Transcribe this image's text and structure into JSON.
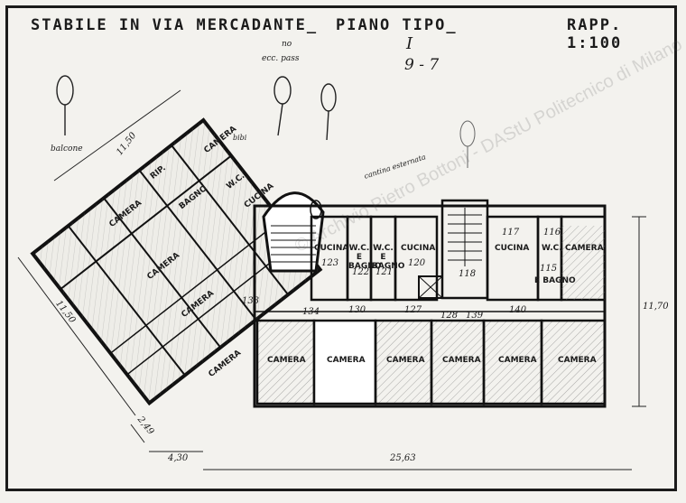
{
  "title": {
    "main": "STABILE IN VIA MERCADANTE_",
    "floor": "PIANO TIPO_",
    "scale": "RAPP. 1:100"
  },
  "annotations": {
    "floors_roman": "I",
    "floors_range": "9 - 7",
    "top_note_1": "no",
    "top_note_2": "ecc. pass",
    "balcony": "balcone",
    "cantina": "cantina esternata",
    "garden": "bibi"
  },
  "rooms_left": [
    {
      "label": "CAMERA"
    },
    {
      "label": "CAMERA"
    },
    {
      "label": "CAMERA"
    },
    {
      "label": "CAMERA"
    },
    {
      "label": "CAMERA"
    },
    {
      "label": "W.C."
    },
    {
      "label": "BAGNO"
    },
    {
      "label": "CUCINA"
    },
    {
      "label": "RIP."
    }
  ],
  "rooms_right_top": [
    {
      "label": "CUCINA",
      "num": "123"
    },
    {
      "label": "W.C. E BAGNO",
      "num": "122"
    },
    {
      "label": "W.C. E BAGNO",
      "num": "121"
    },
    {
      "label": "CUCINA",
      "num": "120"
    },
    {
      "label": "CUCINA",
      "num": "117"
    },
    {
      "label": "W.C.",
      "num": "116"
    },
    {
      "label": "E BAGNO",
      "num": "115"
    },
    {
      "label": "CAMERA",
      "num": ""
    }
  ],
  "rooms_right_bottom": [
    {
      "label": "CAMERA"
    },
    {
      "label": "CAMERA"
    },
    {
      "label": "CAMERA"
    },
    {
      "label": "CAMERA"
    },
    {
      "label": "CAMERA"
    },
    {
      "label": "CAMERA"
    }
  ],
  "corridor_numbers": [
    "134",
    "133",
    "130",
    "127",
    "128",
    "139",
    "140",
    "118"
  ],
  "dimensions": {
    "left_top": "11,50",
    "left_side": "11,50",
    "right_side": "11,70",
    "bottom_left": "4,30",
    "bottom_total": "25,63",
    "corner": "2,49"
  },
  "watermark": "© Archivio Pietro Bottoni - DAStU Politecnico di Milano"
}
